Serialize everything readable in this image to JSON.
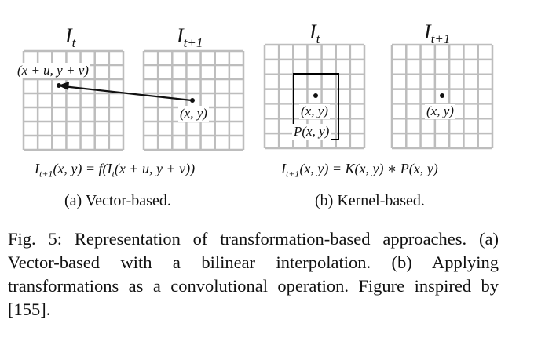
{
  "panel_a": {
    "frame_left_title": "I",
    "frame_left_sub": "t",
    "frame_right_title": "I",
    "frame_right_sub": "t+1",
    "source_point_label": "(x + u, y + v)",
    "target_point_label": "(x, y)",
    "equation": "I_{t+1}(x, y) = f(I_t(x + u, y + v))",
    "equation_lhs_base": "I",
    "equation_lhs_sub": "t+1",
    "equation_rhs": "(x, y) = f(I",
    "equation_rhs_sub": "t",
    "equation_rhs_tail": "(x + u, y + v))",
    "subcaption": "(a) Vector-based."
  },
  "panel_b": {
    "frame_left_title": "I",
    "frame_left_sub": "t",
    "frame_right_title": "I",
    "frame_right_sub": "t+1",
    "kernel_point_label": "(x, y)",
    "kernel_patch_label": "P(x, y)",
    "target_point_label": "(x, y)",
    "equation_lhs_base": "I",
    "equation_lhs_sub": "t+1",
    "equation_rhs": "(x, y) = K(x, y) ∗ P(x, y)",
    "subcaption": "(b) Kernel-based."
  },
  "caption": "Fig. 5: Representation of transformation-based approaches. (a) Vector-based with a bilinear interpolation. (b) Applying transformations as a convolutional operation. Figure inspired by [155].",
  "colors": {
    "grid": "#bdbdbd",
    "ink": "#111111",
    "kernel_box": "#000000"
  }
}
